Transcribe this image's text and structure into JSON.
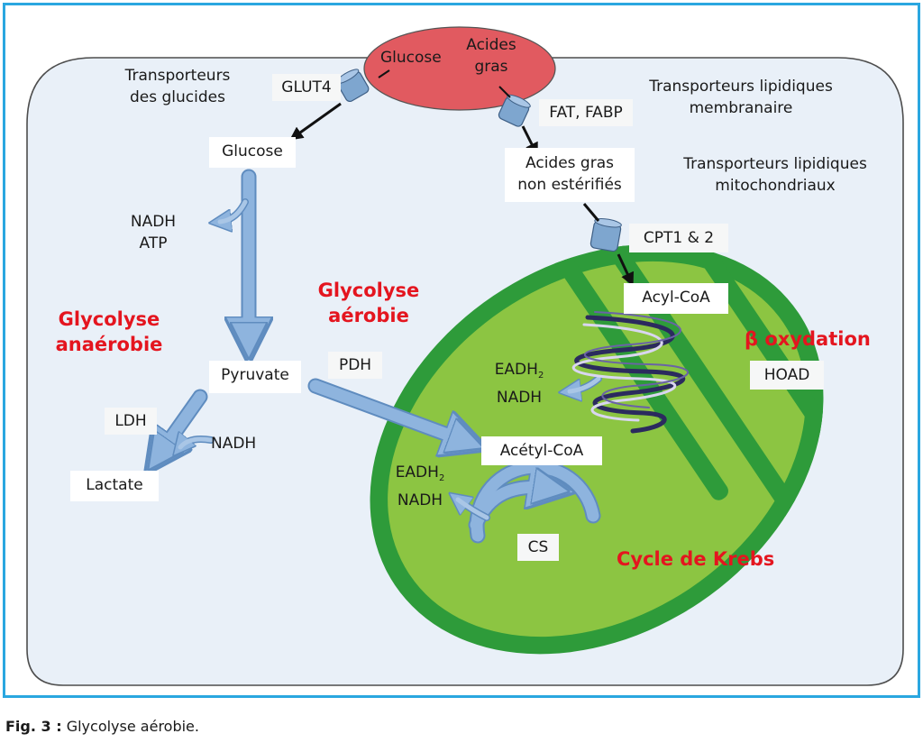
{
  "colors": {
    "frame_border": "#2aa7e0",
    "cell_fill": "#e9f0f8",
    "mitochondria_outer": "#2e9b3a",
    "mitochondria_inner": "#8cc542",
    "vessel": "#e15a60",
    "arrow_blue": "#8eb4de",
    "highlight_red": "#e4151f"
  },
  "labels": {
    "transporteurs_glucides": [
      "Transporteurs",
      "des glucides"
    ],
    "glut4": "GLUT4",
    "vessel_glucose": "Glucose",
    "vessel_acides": [
      "Acides",
      "gras"
    ],
    "fat_fabp": "FAT, FABP",
    "transporteurs_lipidiques_membranaire": [
      "Transporteurs lipidiques",
      "membranaire"
    ],
    "glucose": "Glucose",
    "acides_gras_non_esterifies": [
      "Acides gras",
      "non estérifiés"
    ],
    "transporteurs_lipidiques_mito": [
      "Transporteurs lipidiques",
      "mitochondriaux"
    ],
    "nadh_atp": [
      "NADH",
      "ATP"
    ],
    "cpt": "CPT1 & 2",
    "acyl_coa": "Acyl-CoA",
    "glycolyse_anaerobie": [
      "Glycolyse",
      "anaérobie"
    ],
    "glycolyse_aerobie": [
      "Glycolyse",
      "aérobie"
    ],
    "beta_oxydation": "β oxydation",
    "hoad": "HOAD",
    "pdh": "PDH",
    "pyruvate": "Pyruvate",
    "eadh2_beta": {
      "a": "EADH",
      "sub": "2",
      "b": "NADH"
    },
    "ldh": "LDH",
    "nadh": "NADH",
    "acetyl_coa": "Acétyl-CoA",
    "lactate": "Lactate",
    "eadh2_krebs": {
      "a": "EADH",
      "sub": "2",
      "b": "NADH"
    },
    "cs": "CS",
    "cycle_krebs": "Cycle de Krebs"
  },
  "caption": {
    "prefix": "Fig. 3 :",
    "text": " Glycolyse aérobie."
  }
}
